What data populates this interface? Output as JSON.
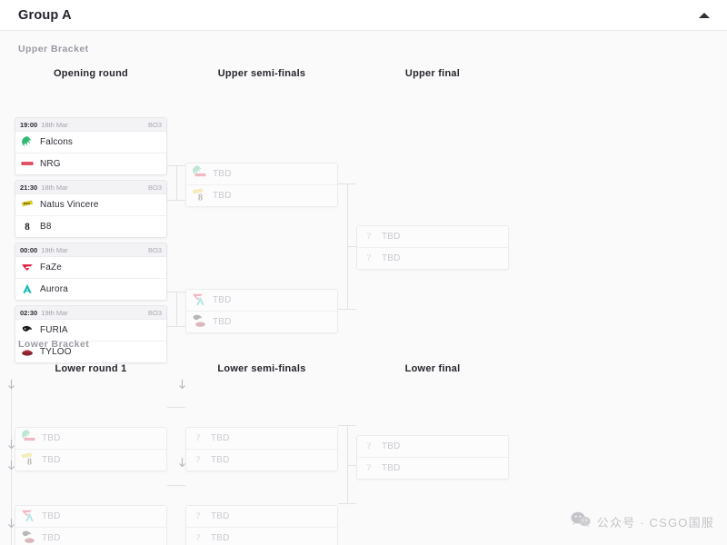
{
  "header": {
    "title": "Group A",
    "collapse_icon": "caret-up-icon"
  },
  "brackets": {
    "upper_label": "Upper Bracket",
    "lower_label": "Lower Bracket"
  },
  "rounds": {
    "opening": "Opening round",
    "upper_semis": "Upper semi-finals",
    "upper_final": "Upper final",
    "lower_round_1": "Lower round 1",
    "lower_semis": "Lower semi-finals",
    "lower_final": "Lower final"
  },
  "tbd_label": "TBD",
  "matches": {
    "opening": [
      {
        "time": "19:00",
        "date": "18th Mar",
        "format": "BO3",
        "teams": [
          {
            "name": "Falcons",
            "logo": "falcons-logo",
            "color": "#2fb776"
          },
          {
            "name": "NRG",
            "logo": "nrg-logo",
            "color": "#d7223c"
          }
        ]
      },
      {
        "time": "21:30",
        "date": "18th Mar",
        "format": "BO3",
        "teams": [
          {
            "name": "Natus Vincere",
            "logo": "navi-logo",
            "color": "#e8d313"
          },
          {
            "name": "B8",
            "logo": "b8-logo",
            "color": "#1c1c20"
          }
        ]
      },
      {
        "time": "00:00",
        "date": "19th Mar",
        "format": "BO3",
        "teams": [
          {
            "name": "FaZe",
            "logo": "faze-logo",
            "color": "#e01d3c"
          },
          {
            "name": "Aurora",
            "logo": "aurora-logo",
            "color": "#14b8b0"
          }
        ]
      },
      {
        "time": "02:30",
        "date": "19th Mar",
        "format": "BO3",
        "teams": [
          {
            "name": "FURIA",
            "logo": "furia-logo",
            "color": "#1b1b20"
          },
          {
            "name": "TYLOO",
            "logo": "tyloo-logo",
            "color": "#8c2330"
          }
        ]
      }
    ],
    "upper_semis": [
      {
        "teams": [
          {
            "name": "TBD",
            "logo": "falcons-logo",
            "color": "#2fb776",
            "logo2": "nrg-logo",
            "color2": "#d7223c"
          },
          {
            "name": "TBD",
            "logo": "navi-logo",
            "color": "#e8d313",
            "logo2": "b8-logo",
            "color2": "#1c1c20"
          }
        ]
      },
      {
        "teams": [
          {
            "name": "TBD",
            "logo": "faze-logo",
            "color": "#e01d3c",
            "logo2": "aurora-logo",
            "color2": "#14b8b0"
          },
          {
            "name": "TBD",
            "logo": "furia-logo",
            "color": "#1b1b20",
            "logo2": "tyloo-logo",
            "color2": "#8c2330"
          }
        ]
      }
    ],
    "upper_final": [
      {
        "teams": [
          {
            "name": "TBD",
            "logo": "question-icon"
          },
          {
            "name": "TBD",
            "logo": "question-icon"
          }
        ]
      }
    ],
    "lower_round_1": [
      {
        "teams": [
          {
            "name": "TBD",
            "logo": "falcons-logo",
            "color": "#2fb776",
            "logo2": "nrg-logo",
            "color2": "#d7223c"
          },
          {
            "name": "TBD",
            "logo": "navi-logo",
            "color": "#e8d313",
            "logo2": "b8-logo",
            "color2": "#1c1c20"
          }
        ]
      },
      {
        "teams": [
          {
            "name": "TBD",
            "logo": "faze-logo",
            "color": "#e01d3c",
            "logo2": "aurora-logo",
            "color2": "#14b8b0"
          },
          {
            "name": "TBD",
            "logo": "furia-logo",
            "color": "#1b1b20",
            "logo2": "tyloo-logo",
            "color2": "#8c2330"
          }
        ]
      }
    ],
    "lower_semis": [
      {
        "teams": [
          {
            "name": "TBD",
            "logo": "question-icon"
          },
          {
            "name": "TBD",
            "logo": "question-icon"
          }
        ]
      },
      {
        "teams": [
          {
            "name": "TBD",
            "logo": "question-icon"
          },
          {
            "name": "TBD",
            "logo": "question-icon"
          }
        ]
      }
    ],
    "lower_final": [
      {
        "teams": [
          {
            "name": "TBD",
            "logo": "question-icon"
          },
          {
            "name": "TBD",
            "logo": "question-icon"
          }
        ]
      }
    ]
  },
  "watermark": {
    "icon": "wechat-icon",
    "text": "公众号 · CSGO国服"
  },
  "colors": {
    "page_bg": "#fafafa",
    "card_bg": "#ffffff",
    "border": "#e7e7ea",
    "title": "#23232b",
    "muted": "#9a9aa4",
    "tbd": "#c9c9d0",
    "line": "#e3e3e7"
  }
}
